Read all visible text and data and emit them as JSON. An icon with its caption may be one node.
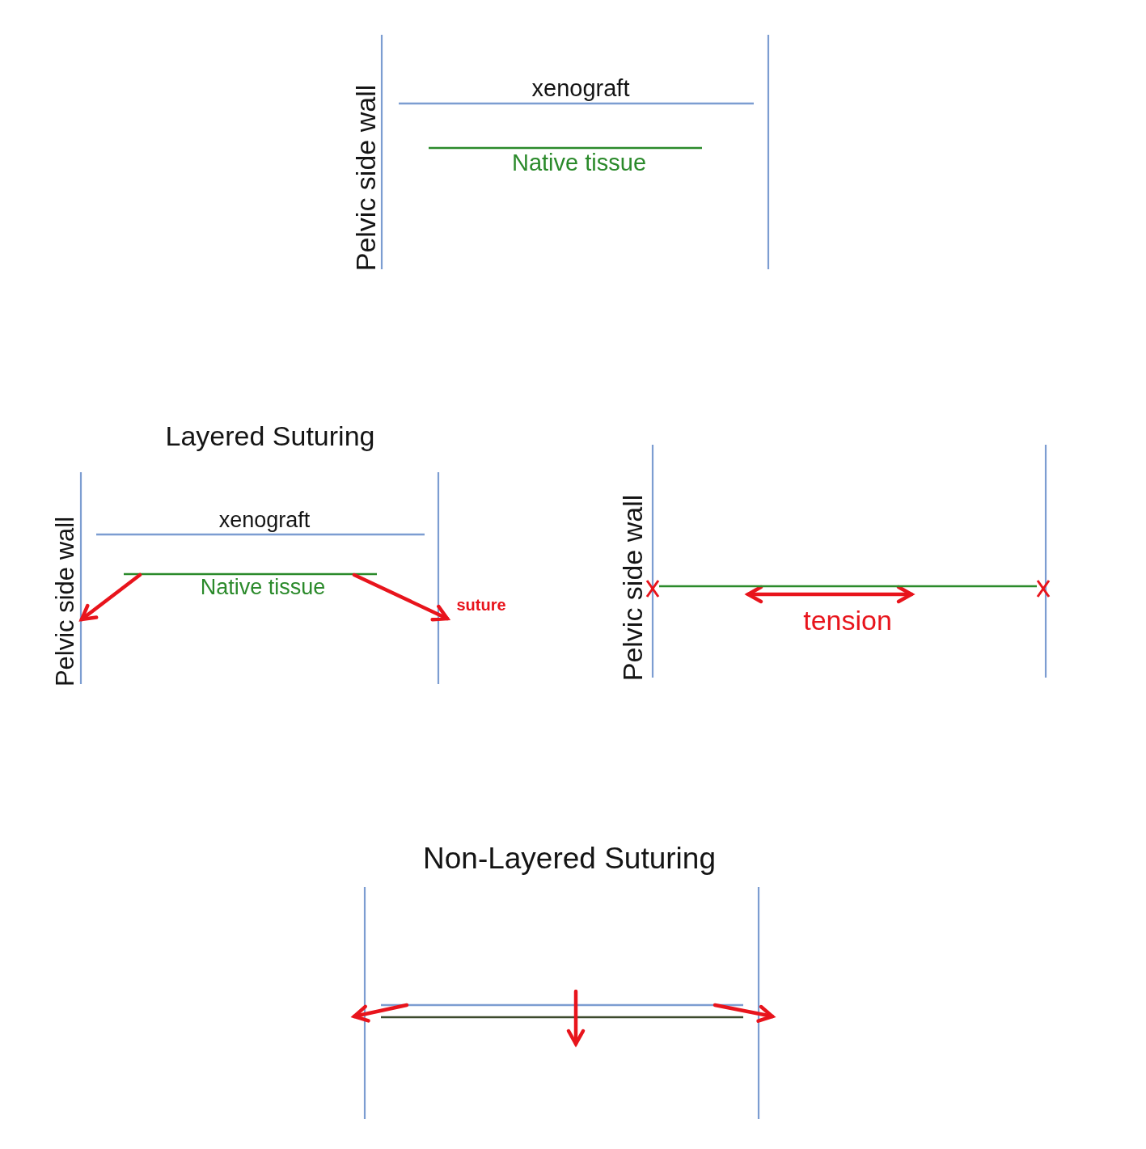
{
  "diagram": {
    "nodes": [
      {
        "text": [],
        "shape": "cross"
      },
      {
        "text": [],
        "shape": "cross"
      }
    ],
    "edges": [
      {
        "from": 0,
        "to": 1,
        "arrow": "none"
      }
    ],
    "labels": [
      "Pelvic side wall",
      "xenograft",
      "Native tissue",
      "Layered Suturing",
      "Pelvic side wall",
      "xenograft",
      "Native tissue",
      "suture",
      "Pelvic side wall",
      "tension",
      "Non-Layered Suturing"
    ]
  }
}
